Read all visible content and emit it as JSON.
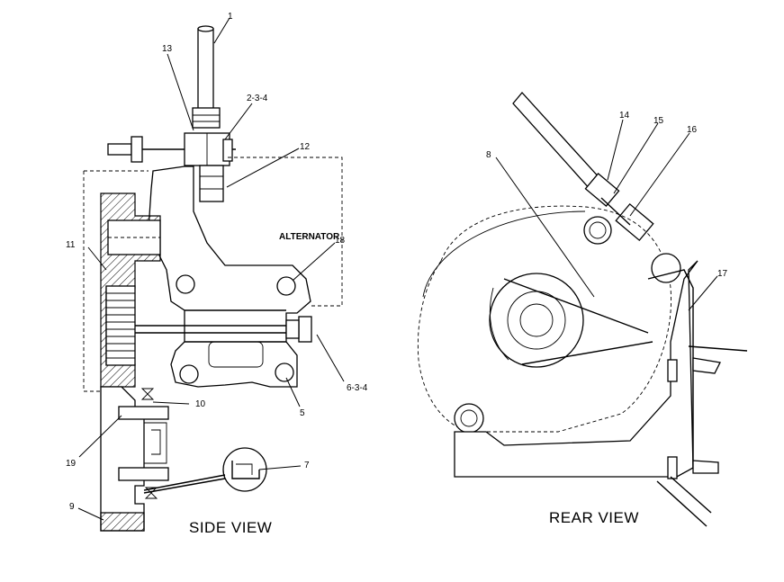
{
  "views": {
    "side_title": "SIDE VIEW",
    "rear_title": "REAR VIEW"
  },
  "labels": {
    "alternator": "ALTERNATOR"
  },
  "callouts": {
    "c1": "1",
    "c13": "13",
    "c234": "2-3-4",
    "c12": "12",
    "c18": "18",
    "c11": "11",
    "c634": "6-3-4",
    "c5": "5",
    "c10": "10",
    "c19": "19",
    "c7": "7",
    "c9": "9",
    "c14": "14",
    "c15": "15",
    "c16": "16",
    "c8": "8",
    "c17": "17"
  }
}
